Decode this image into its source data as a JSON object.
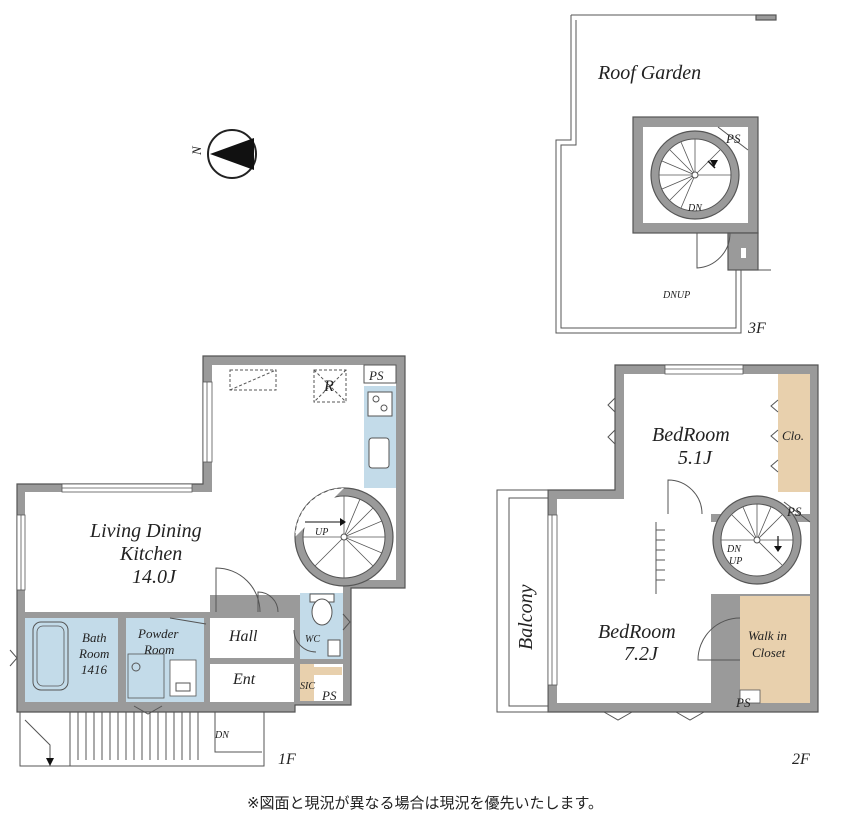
{
  "floors": {
    "f1": {
      "label": "1F",
      "rooms": {
        "ldk_line1": "Living Dining",
        "ldk_line2": "Kitchen",
        "ldk_size": "14.0J",
        "bath_line1": "Bath",
        "bath_line2": "Room",
        "bath_size": "1416",
        "powder_line1": "Powder",
        "powder_line2": "Room",
        "hall": "Hall",
        "wc": "WC",
        "ent": "Ent",
        "sic": "SIC"
      },
      "marks": {
        "ps_top": "PS",
        "ps_bottom": "PS",
        "r": "R",
        "up": "UP",
        "dn": "DN"
      }
    },
    "f2": {
      "label": "2F",
      "rooms": {
        "bed1_name": "BedRoom",
        "bed1_size": "5.1J",
        "clo": "Clo.",
        "bed2_name": "BedRoom",
        "bed2_size": "7.2J",
        "walkin_line1": "Walk in",
        "walkin_line2": "Closet",
        "balcony": "Balcony"
      },
      "marks": {
        "ps_top": "PS",
        "ps_bottom": "PS",
        "dn": "DN",
        "up": "UP"
      }
    },
    "f3": {
      "label": "3F",
      "rooms": {
        "roof_garden": "Roof Garden"
      },
      "marks": {
        "ps": "PS",
        "dn": "DN",
        "dnup": "DNUP"
      }
    }
  },
  "compass": {
    "north": "N"
  },
  "note": "※図面と現況が異なる場合は現況を優先いたします。",
  "colors": {
    "wall": "#9a9a9a",
    "wet_area": "#c3dbe9",
    "storage": "#e8d0ad"
  }
}
